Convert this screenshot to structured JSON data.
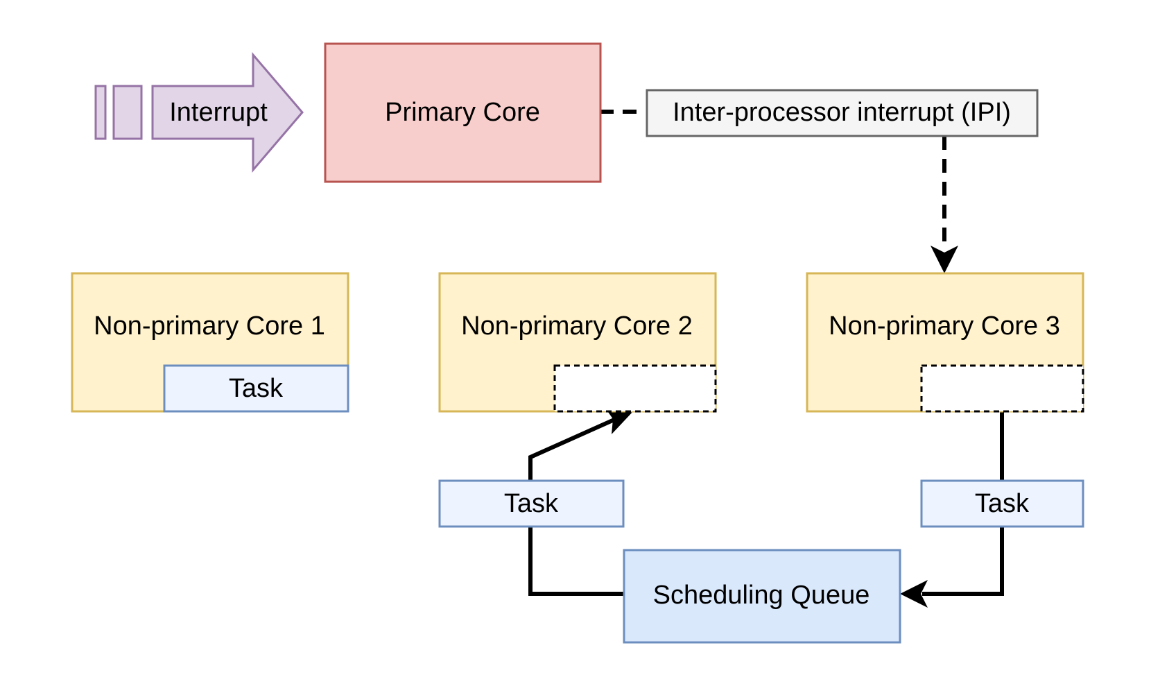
{
  "nodes": {
    "interrupt": {
      "label": "Interrupt",
      "fill": "#e1d5e7",
      "stroke": "#9673a6"
    },
    "primary_core": {
      "label": "Primary Core",
      "fill": "#f8cecc",
      "stroke": "#b85450"
    },
    "ipi": {
      "label": "Inter-processor interrupt (IPI)",
      "fill": "#f5f5f5",
      "stroke": "#666666",
      "text_color": "#333333"
    },
    "core1": {
      "label": "Non-primary Core 1",
      "fill": "#fff2cc",
      "stroke": "#d6b656"
    },
    "core2": {
      "label": "Non-primary Core 2",
      "fill": "#fff2cc",
      "stroke": "#d6b656"
    },
    "core3": {
      "label": "Non-primary Core 3",
      "fill": "#fff2cc",
      "stroke": "#d6b656"
    },
    "core1_task": {
      "label": "Task"
    },
    "task_left": {
      "label": "Task"
    },
    "task_right": {
      "label": "Task"
    },
    "scheduling_queue": {
      "label": "Scheduling Queue",
      "fill": "#dae8fc",
      "stroke": "#6c8ebf"
    }
  },
  "task_style": {
    "fill": "#eef4ff",
    "stroke": "#6c8ebf"
  },
  "slot_style": {
    "fill": "#ffffff",
    "stroke": "#000000"
  },
  "edge_color": "#000000"
}
